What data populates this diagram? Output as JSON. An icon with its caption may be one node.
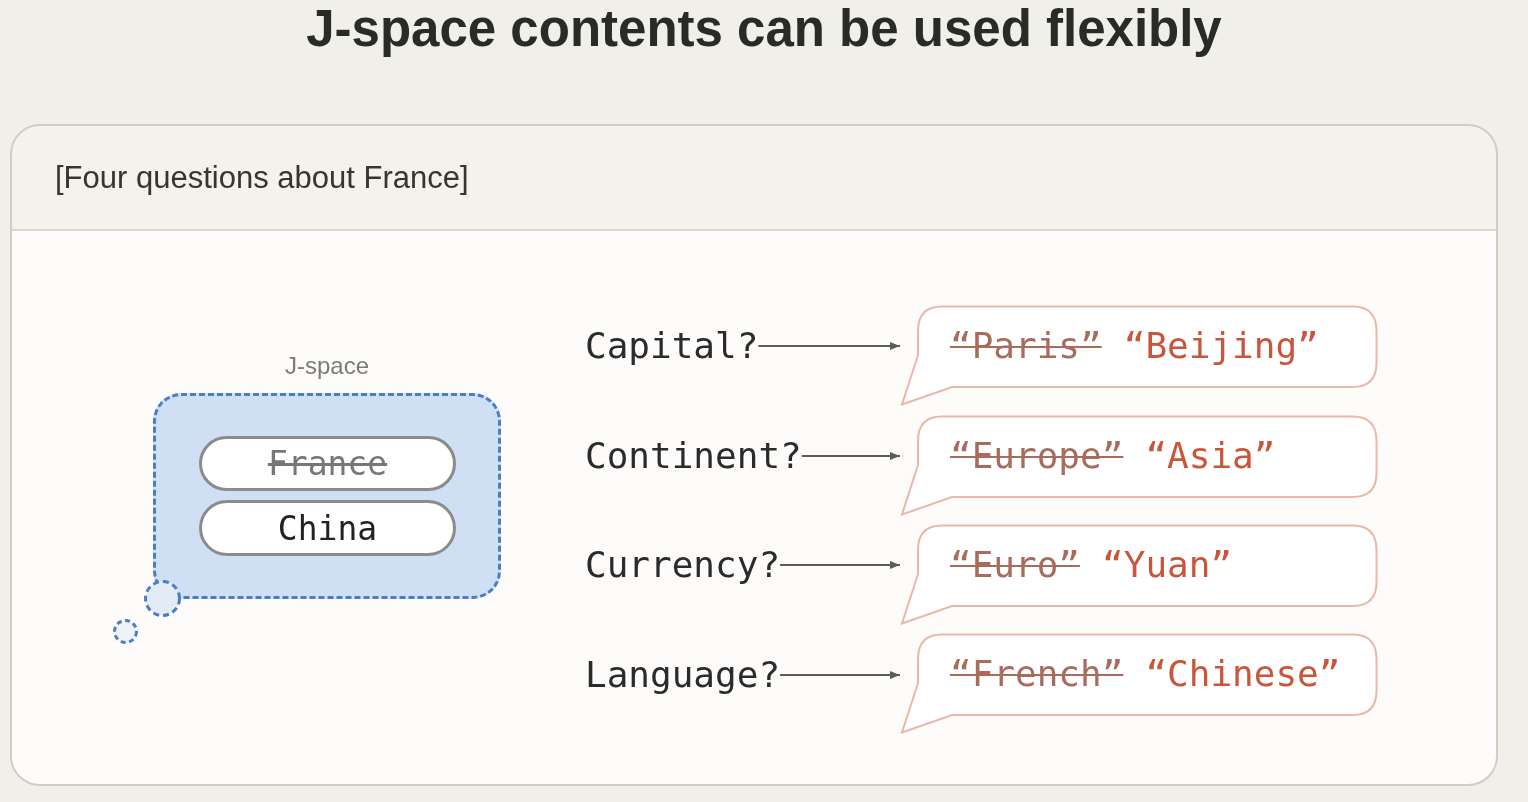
{
  "diagram": {
    "title": "J-space contents can be used flexibly",
    "nodes": [
      {
        "text": [
          "[Four questions about France]"
        ]
      },
      {
        "text": [
          "J-space"
        ],
        "in": 0
      },
      {
        "text": [
          "France"
        ],
        "in": 1
      },
      {
        "text": [
          "China"
        ],
        "in": 1
      },
      {
        "text": [
          "Capital?"
        ],
        "in": 0
      },
      {
        "text": [
          "“Paris”",
          "“Beijing”"
        ],
        "in": 0
      },
      {
        "text": [
          "Continent?"
        ],
        "in": 0
      },
      {
        "text": [
          "“Europe”",
          "“Asia”"
        ],
        "in": 0
      },
      {
        "text": [
          "Currency?"
        ],
        "in": 0
      },
      {
        "text": [
          "“Euro”",
          "“Yuan”"
        ],
        "in": 0
      },
      {
        "text": [
          "Language?"
        ],
        "in": 0
      },
      {
        "text": [
          "“French”",
          "“Chinese”"
        ],
        "in": 0
      }
    ],
    "edges": [
      {
        "from": 4,
        "to": 5,
        "arrow": "to"
      },
      {
        "from": 6,
        "to": 7,
        "arrow": "to"
      },
      {
        "from": 8,
        "to": 9,
        "arrow": "to"
      },
      {
        "from": 10,
        "to": 11,
        "arrow": "to"
      }
    ]
  }
}
